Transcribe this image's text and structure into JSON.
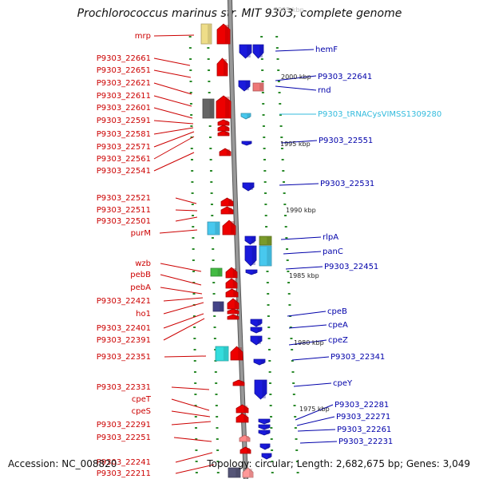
{
  "title": "Prochlorococcus marinus str. MIT 9303, complete genome",
  "footer": {
    "accession": "Accession: NC_008820",
    "summary": "Topology: circular; Length: 2,682,675 bp; Genes: 3,049"
  },
  "colors": {
    "backbone": "#999999",
    "tick_green": "#2a8a2a",
    "forward_gene": "#ee0000",
    "reverse_gene": "#1a1adc",
    "trna_gene": "#48c8ee",
    "label_left": "#cc0000",
    "label_right": "#0000aa",
    "label_trna": "#33bbdd"
  },
  "scale_labels": [
    "2005 kbp",
    "2000 kbp",
    "1995 kbp",
    "1990 kbp",
    "1985 kbp",
    "1980 kbp",
    "1975 kbp"
  ],
  "left_labels": [
    "mrp",
    "P9303_22661",
    "P9303_22651",
    "P9303_22621",
    "P9303_22611",
    "P9303_22601",
    "P9303_22591",
    "P9303_22581",
    "P9303_22571",
    "P9303_22561",
    "P9303_22541",
    "P9303_22521",
    "P9303_22511",
    "P9303_22501",
    "purM",
    "wzb",
    "pebB",
    "pebA",
    "P9303_22421",
    "ho1",
    "P9303_22401",
    "P9303_22391",
    "P9303_22351",
    "P9303_22331",
    "cpeT",
    "cpeS",
    "P9303_22291",
    "P9303_22251",
    "P9303_22241",
    "P9303_22211"
  ],
  "right_labels": [
    "hemF",
    "P9303_22641",
    "rnd",
    "P9303_tRNACysVIMSS1309280",
    "P9303_22551",
    "P9303_22531",
    "rlpA",
    "panC",
    "P9303_22451",
    "cpeB",
    "cpeA",
    "cpeZ",
    "P9303_22341",
    "cpeY",
    "P9303_22281",
    "P9303_22271",
    "P9303_22261",
    "P9303_22231"
  ]
}
